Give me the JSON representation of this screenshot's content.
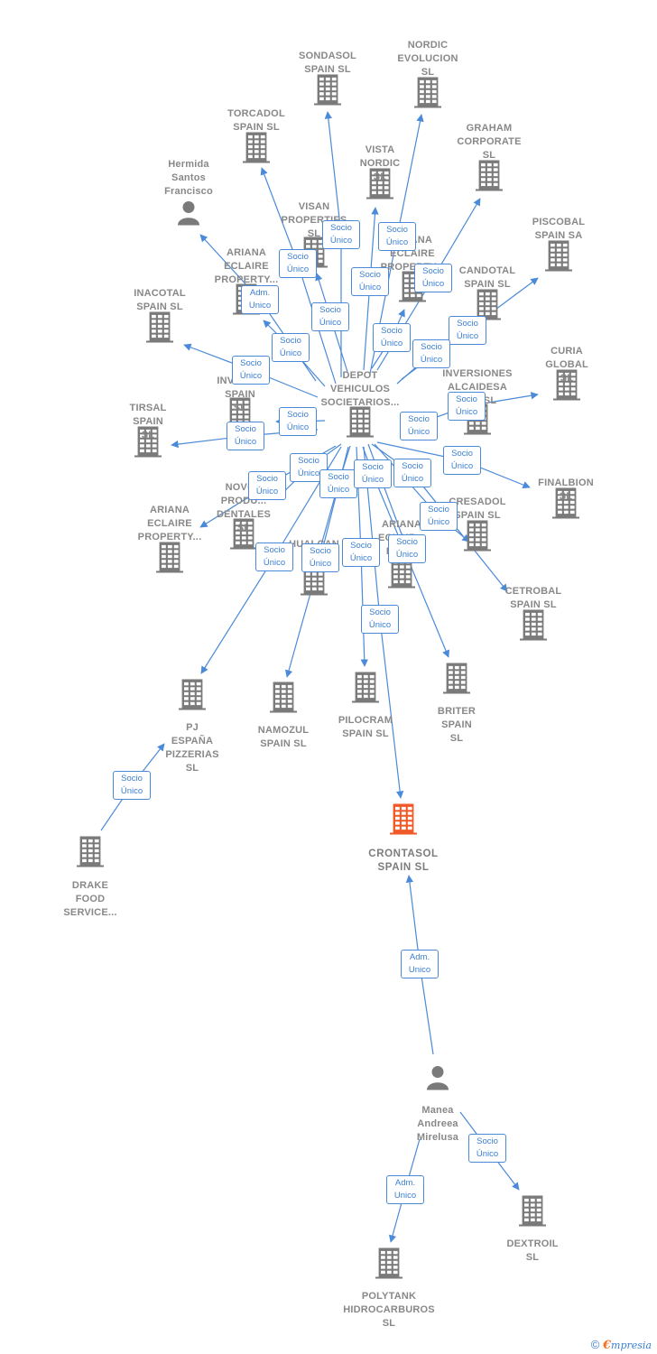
{
  "colors": {
    "edge": "#4a8ad8",
    "icon": "#7a7a7a",
    "focus": "#f05a28",
    "label": "#888888"
  },
  "nodes": [
    {
      "id": "depot",
      "label": "DEPOT\nVEHICULOS\nSOCIETARIOS...",
      "type": "company"
    },
    {
      "id": "crontasol",
      "label": "CRONTASOL\nSPAIN  SL",
      "type": "company",
      "focus": true
    },
    {
      "id": "sondasol",
      "label": "SONDASOL\nSPAIN  SL",
      "type": "company"
    },
    {
      "id": "nordic_evolucion",
      "label": "NORDIC\nEVOLUCION\nSL",
      "type": "company"
    },
    {
      "id": "torcadol",
      "label": "TORCADOL\nSPAIN  SL",
      "type": "company"
    },
    {
      "id": "vista_nordic",
      "label": "VISTA\nNORDIC  SL",
      "type": "company"
    },
    {
      "id": "graham",
      "label": "GRAHAM\nCORPORATE\nSL",
      "type": "company"
    },
    {
      "id": "hermida",
      "label": "Hermida\nSantos\nFrancisco",
      "type": "person"
    },
    {
      "id": "visan",
      "label": "VISAN\nPROPERTIES\nSL",
      "type": "company"
    },
    {
      "id": "ariana1",
      "label": "ARIANA\nECLAIRE\nPROPERTY...",
      "type": "company"
    },
    {
      "id": "ariana2",
      "label": "ARIANA\nECLAIRE\nPROPERTY...",
      "type": "company"
    },
    {
      "id": "piscobal",
      "label": "PISCOBAL\nSPAIN SA",
      "type": "company"
    },
    {
      "id": "candotal",
      "label": "CANDOTAL\nSPAIN  SL",
      "type": "company"
    },
    {
      "id": "inacotal",
      "label": "INACOTAL\nSPAIN  SL",
      "type": "company"
    },
    {
      "id": "curia",
      "label": "CURIA\nGLOBAL  SL",
      "type": "company"
    },
    {
      "id": "inversiones1",
      "label": "F...\nINVES...S\nSPAIN  SL",
      "type": "company"
    },
    {
      "id": "inversiones_alcaidesa",
      "label": "INVERSIONES\nALCAIDESA\nS...S  SL",
      "type": "company"
    },
    {
      "id": "tirsal",
      "label": "TIRSAL\nSPAIN  SL",
      "type": "company"
    },
    {
      "id": "finalbion",
      "label": "FINALBION  SL",
      "type": "company"
    },
    {
      "id": "novos",
      "label": "NOVOS\nPRODU...\nDENTALES  SL",
      "type": "company"
    },
    {
      "id": "cresadol",
      "label": "CRESADOL\nSPAIN  SL",
      "type": "company"
    },
    {
      "id": "ariana3",
      "label": "ARIANA\nECLAIRE\nPROPERTY...",
      "type": "company"
    },
    {
      "id": "ariana4",
      "label": "ARIANA\nECLAIR...\nPRO...",
      "type": "company"
    },
    {
      "id": "hualcan",
      "label": "HUALCAN\nP...",
      "type": "company"
    },
    {
      "id": "cetrobal",
      "label": "CETROBAL\nSPAIN  SL",
      "type": "company"
    },
    {
      "id": "pj",
      "label": "PJ ESPAÑA\nPIZZERIAS  SL",
      "type": "company"
    },
    {
      "id": "namozul",
      "label": "NAMOZUL\nSPAIN  SL",
      "type": "company"
    },
    {
      "id": "pilocram",
      "label": "PILOCRAM\nSPAIN  SL",
      "type": "company"
    },
    {
      "id": "briter",
      "label": "BRITER\nSPAIN  SL",
      "type": "company"
    },
    {
      "id": "drake",
      "label": "DRAKE\nFOOD\nSERVICE...",
      "type": "company"
    },
    {
      "id": "manea",
      "label": "Manea\nAndreea\nMirelusa",
      "type": "person"
    },
    {
      "id": "dextroil",
      "label": "DEXTROIL SL",
      "type": "company"
    },
    {
      "id": "polytank",
      "label": "POLYTANK\nHIDROCARBUROS\nSL",
      "type": "company"
    }
  ],
  "edges": [
    {
      "id": "e_sondasol",
      "label": "Socio\nÚnico"
    },
    {
      "id": "e_nordic",
      "label": "Socio\nÚnico"
    },
    {
      "id": "e_torcadol",
      "label": "Socio\nÚnico"
    },
    {
      "id": "e_vista",
      "label": "Socio\nÚnico"
    },
    {
      "id": "e_graham",
      "label": "Socio\nÚnico"
    },
    {
      "id": "e_hermida",
      "label": "Adm.\nUnico"
    },
    {
      "id": "e_visan",
      "label": "Socio\nÚnico"
    },
    {
      "id": "e_ariana1",
      "label": "Socio\nÚnico"
    },
    {
      "id": "e_ariana2",
      "label": "Socio\nÚnico"
    },
    {
      "id": "e_piscobal",
      "label": "Socio\nÚnico"
    },
    {
      "id": "e_candotal",
      "label": "Socio\nÚnico"
    },
    {
      "id": "e_inacotal",
      "label": "Socio\nÚnico"
    },
    {
      "id": "e_curia",
      "label": "Socio\nÚnico"
    },
    {
      "id": "e_inv1",
      "label": "Socio\nÚnico"
    },
    {
      "id": "e_alcaidesa",
      "label": "Socio\nÚnico"
    },
    {
      "id": "e_tirsal",
      "label": "Socio\nÚnico"
    },
    {
      "id": "e_finalbion",
      "label": "Socio\nÚnico"
    },
    {
      "id": "e_novos",
      "label": "Socio\nÚnico"
    },
    {
      "id": "e_cresadol",
      "label": "Socio\nÚnico"
    },
    {
      "id": "e_ariana3",
      "label": "Socio\nÚnico"
    },
    {
      "id": "e_ariana4",
      "label": "Socio\nÚnico"
    },
    {
      "id": "e_hualcan",
      "label": "Socio\nÚnico"
    },
    {
      "id": "e_cetrobal",
      "label": "Socio\nÚnico"
    },
    {
      "id": "e_pj",
      "label": "Socio\nÚnico"
    },
    {
      "id": "e_namozul",
      "label": "Socio\nÚnico"
    },
    {
      "id": "e_pilocram",
      "label": "Socio\nÚnico"
    },
    {
      "id": "e_briter",
      "label": "Socio\nÚnico"
    },
    {
      "id": "e_crontasol",
      "label": "Socio\nÚnico"
    },
    {
      "id": "e_drake",
      "label": "Socio\nÚnico"
    },
    {
      "id": "e_manea_cronta",
      "label": "Adm.\nUnico"
    },
    {
      "id": "e_dextroil",
      "label": "Socio\nÚnico"
    },
    {
      "id": "e_polytank",
      "label": "Adm.\nUnico"
    }
  ],
  "footer": {
    "copyright": "©",
    "brand_initial": "€",
    "brand_rest": "mpresia"
  }
}
